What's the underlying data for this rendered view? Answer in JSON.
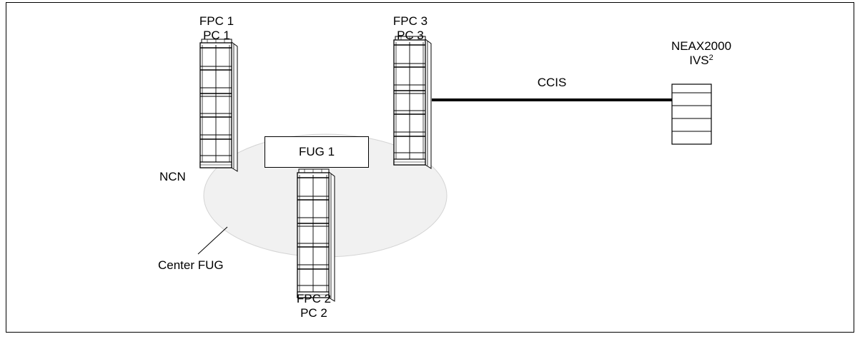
{
  "nodes": {
    "fpc1": {
      "line1": "FPC 1",
      "line2": "PC 1"
    },
    "fpc2": {
      "line1": "FPC 2",
      "line2": "PC 2"
    },
    "fpc3": {
      "line1": "FPC 3",
      "line2": "PC 3"
    },
    "neax": {
      "line1": "NEAX2000",
      "line2_main": "IVS",
      "line2_sup": "2"
    }
  },
  "group": {
    "box_label": "FUG 1",
    "ncn_label": "NCN",
    "center_label": "Center FUG"
  },
  "link": {
    "label": "CCIS"
  },
  "colors": {
    "group_fill": "#f1f1f1",
    "group_stroke": "#d4d4d4",
    "line": "#000000",
    "background": "#ffffff"
  }
}
